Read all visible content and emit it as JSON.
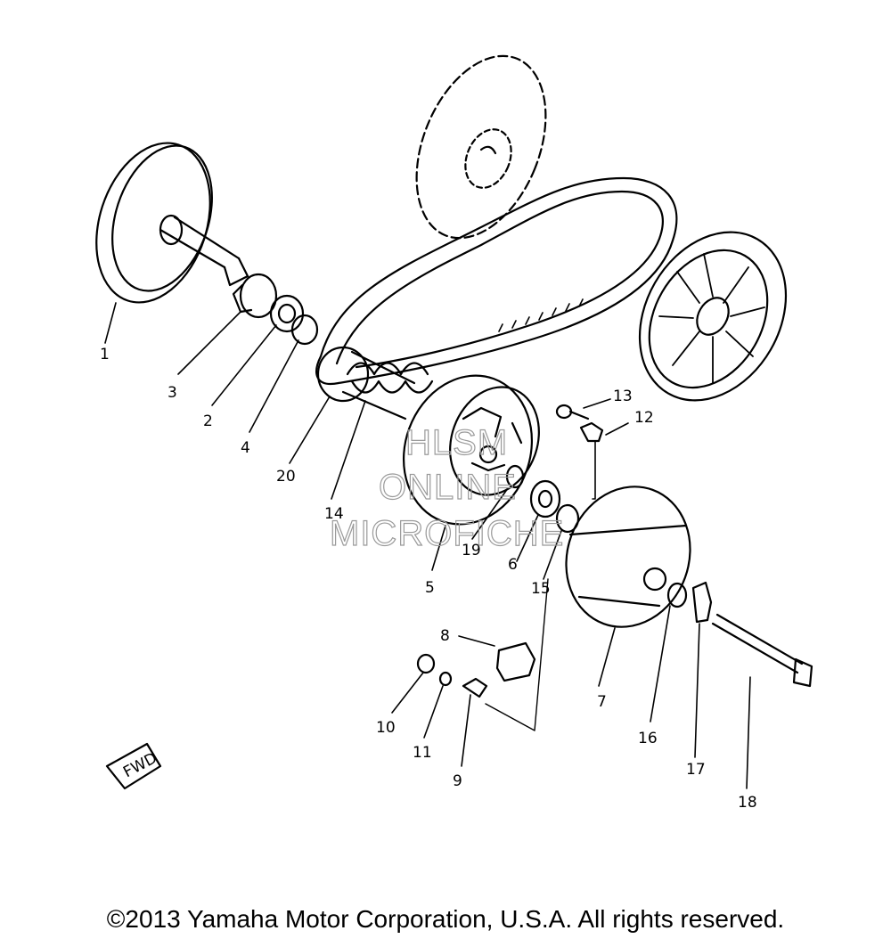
{
  "diagram": {
    "part_labels": [
      "1",
      "3",
      "2",
      "4",
      "20",
      "14",
      "5",
      "19",
      "6",
      "15",
      "13",
      "12",
      "7",
      "16",
      "17",
      "18",
      "8",
      "10",
      "11",
      "9"
    ],
    "fwd_label": "FWD",
    "watermark": [
      "HLSM",
      "ONLINE",
      "MICROFICHE"
    ]
  },
  "footer": {
    "copyright": "©2013 Yamaha Motor Corporation, U.S.A. All rights reserved."
  }
}
